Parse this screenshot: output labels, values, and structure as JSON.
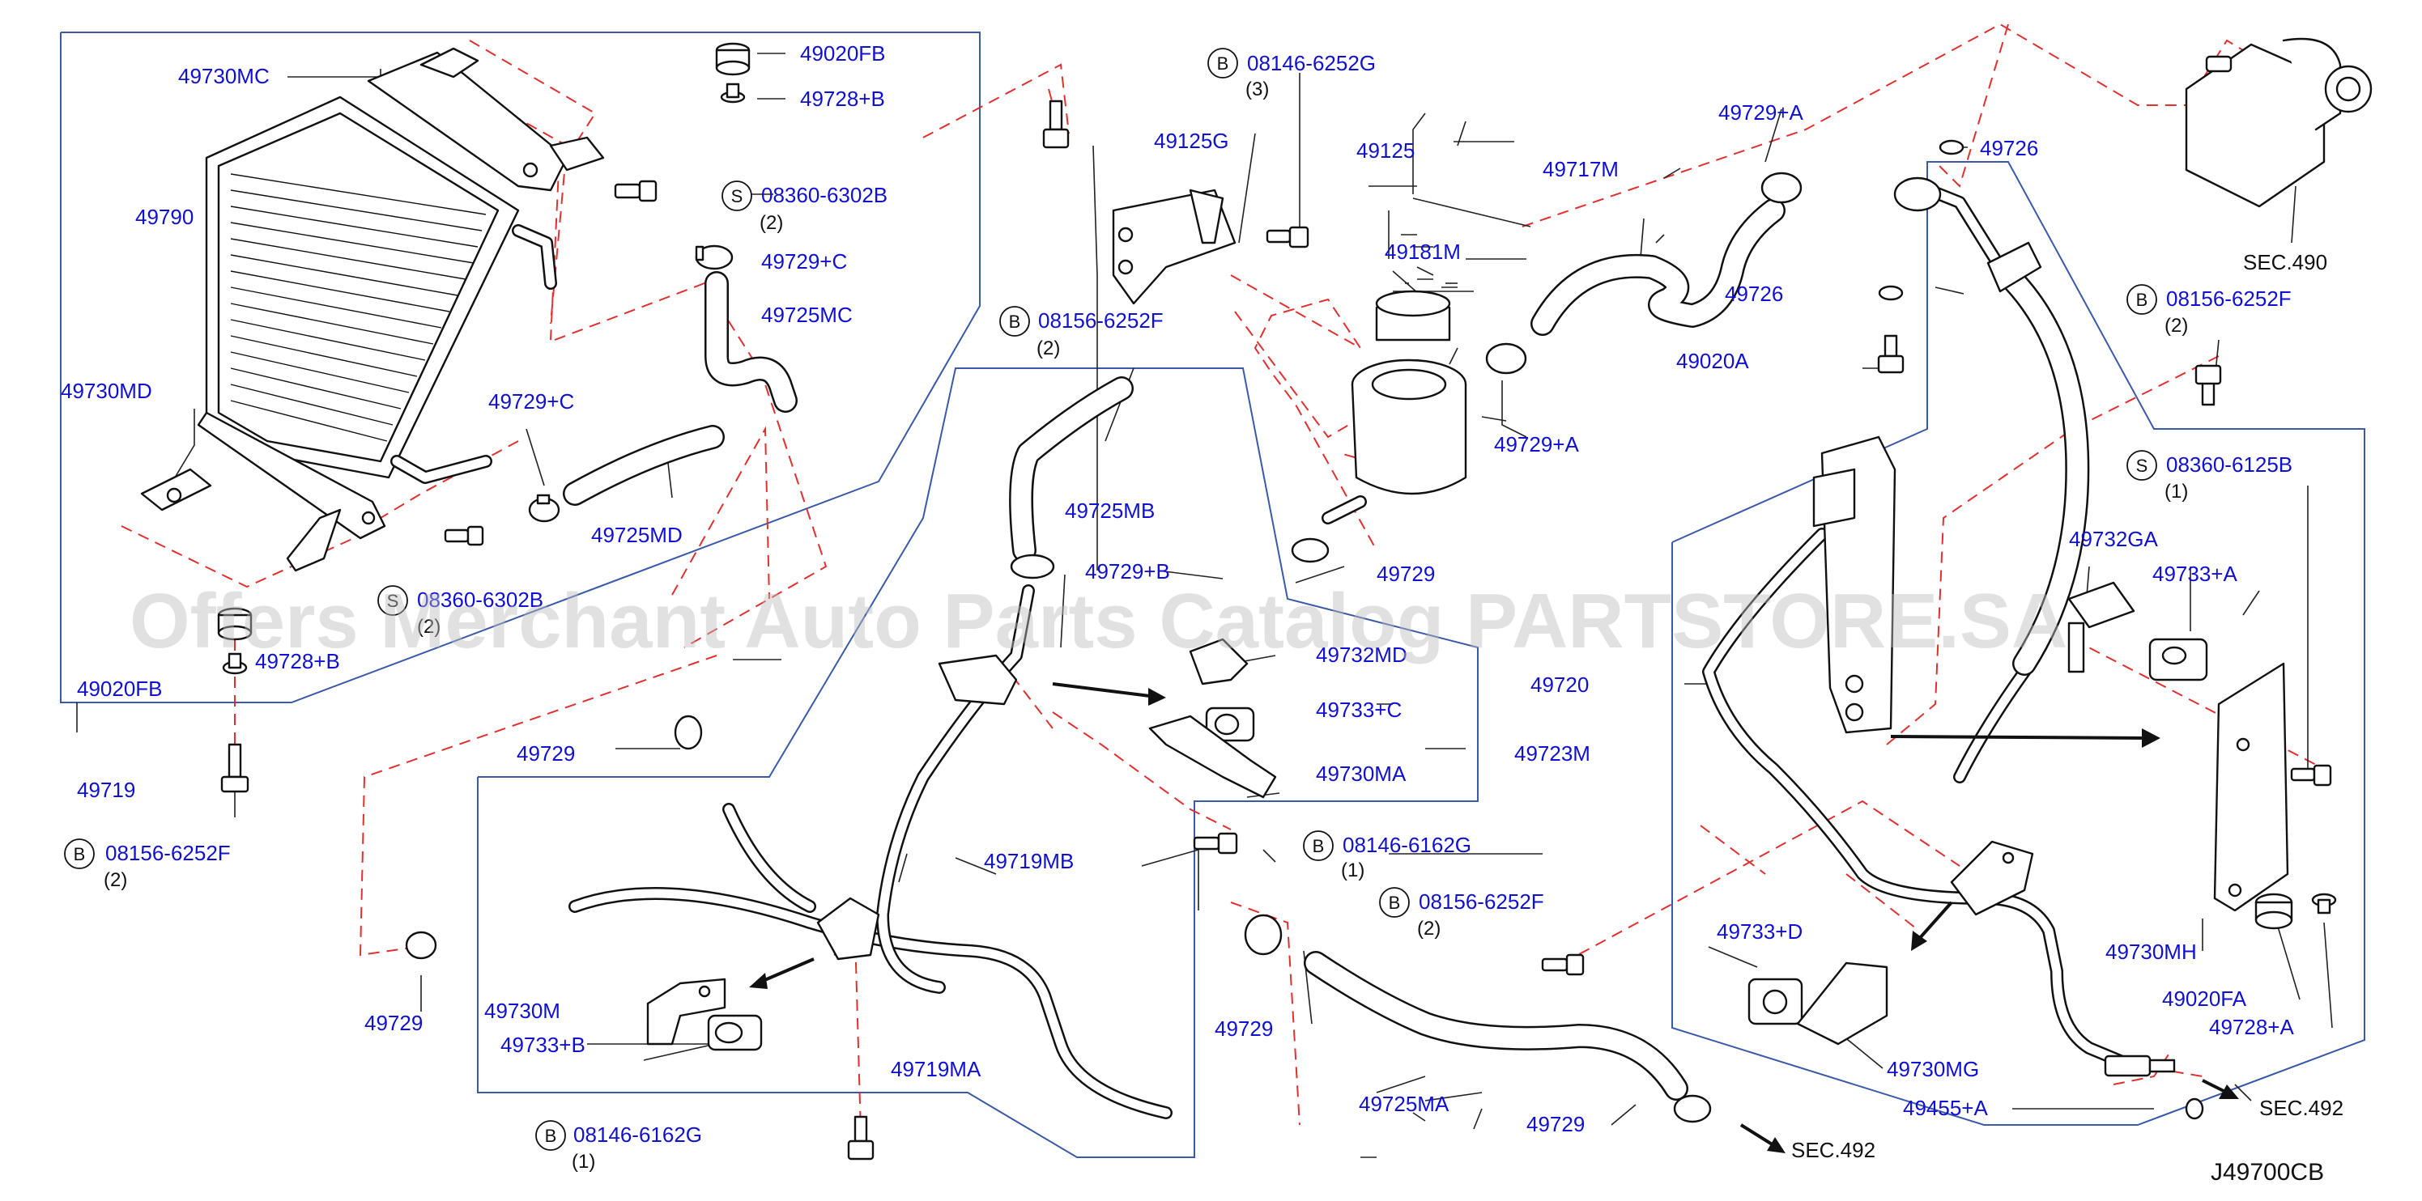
{
  "watermark": "Offers Merchant Auto Parts Catalog PARTSTORE.SA",
  "diagram_code": "J49700CB",
  "prefix_letters": {
    "bolt": "B",
    "screw": "S"
  },
  "section_refs": {
    "sec490": "SEC.490",
    "sec492_left": "SEC.492",
    "sec492_right": "SEC.492"
  },
  "labels": {
    "p49730MC": "49730MC",
    "p49020FB_top": "49020FB",
    "p49728B_top": "49728+B",
    "p08360_6302B_top": "08360-6302B",
    "q08360_top": "(2)",
    "p49729C_top": "49729+C",
    "p49725MC": "49725MC",
    "p49790": "49790",
    "p49730MD": "49730MD",
    "p49729C_mid": "49729+C",
    "p49725MD": "49725MD",
    "p08360_6302B_mid": "08360-6302B",
    "q08360_mid": "(2)",
    "p49728B_bot": "49728+B",
    "p49020FB_bot": "49020FB",
    "p49719": "49719",
    "p08156_6252F_left": "08156-6252F",
    "q08156_left": "(2)",
    "p49729_left": "49729",
    "p49729_leftbottom": "49729",
    "p49730M": "49730M",
    "p49733B": "49733+B",
    "p49719MA": "49719MA",
    "p49719MB": "49719MB",
    "p08146_6162G_bot": "08146-6162G",
    "q08146_bot": "(1)",
    "p08146_6252G": "08146-6252G",
    "q08146_6252G": "(3)",
    "p49125G": "49125G",
    "p08156_6252F_top": "08156-6252F",
    "q08156_top": "(2)",
    "p49725MB": "49725MB",
    "p49729B": "49729+B",
    "p49732MD": "49732MD",
    "p49733C": "49733+C",
    "p49730MA": "49730MA",
    "p49723M": "49723M",
    "p08146_6162G_mid": "08146-6162G",
    "q08146_mid": "(1)",
    "p08156_6252F_mid": "08156-6252F",
    "q08156_mid": "(2)",
    "p49729_centerlow": "49729",
    "p49725MA": "49725MA",
    "p49729_bottom": "49729",
    "p49125": "49125",
    "p49181M": "49181M",
    "p49729_res": "49729",
    "p49729A_res": "49729+A",
    "p49717M": "49717M",
    "p49729A_top": "49729+A",
    "p49726_top": "49726",
    "p49726_mid": "49726",
    "p49020A": "49020A",
    "p08156_6252F_right": "08156-6252F",
    "q08156_right": "(2)",
    "p08360_6125B": "08360-6125B",
    "q08360_6125B": "(1)",
    "p49732GA": "49732GA",
    "p49733A": "49733+A",
    "p49720": "49720",
    "p49733D": "49733+D",
    "p49730MG": "49730MG",
    "p49455A": "49455+A",
    "p49730MH": "49730MH",
    "p49020FA": "49020FA",
    "p49728A": "49728+A"
  }
}
